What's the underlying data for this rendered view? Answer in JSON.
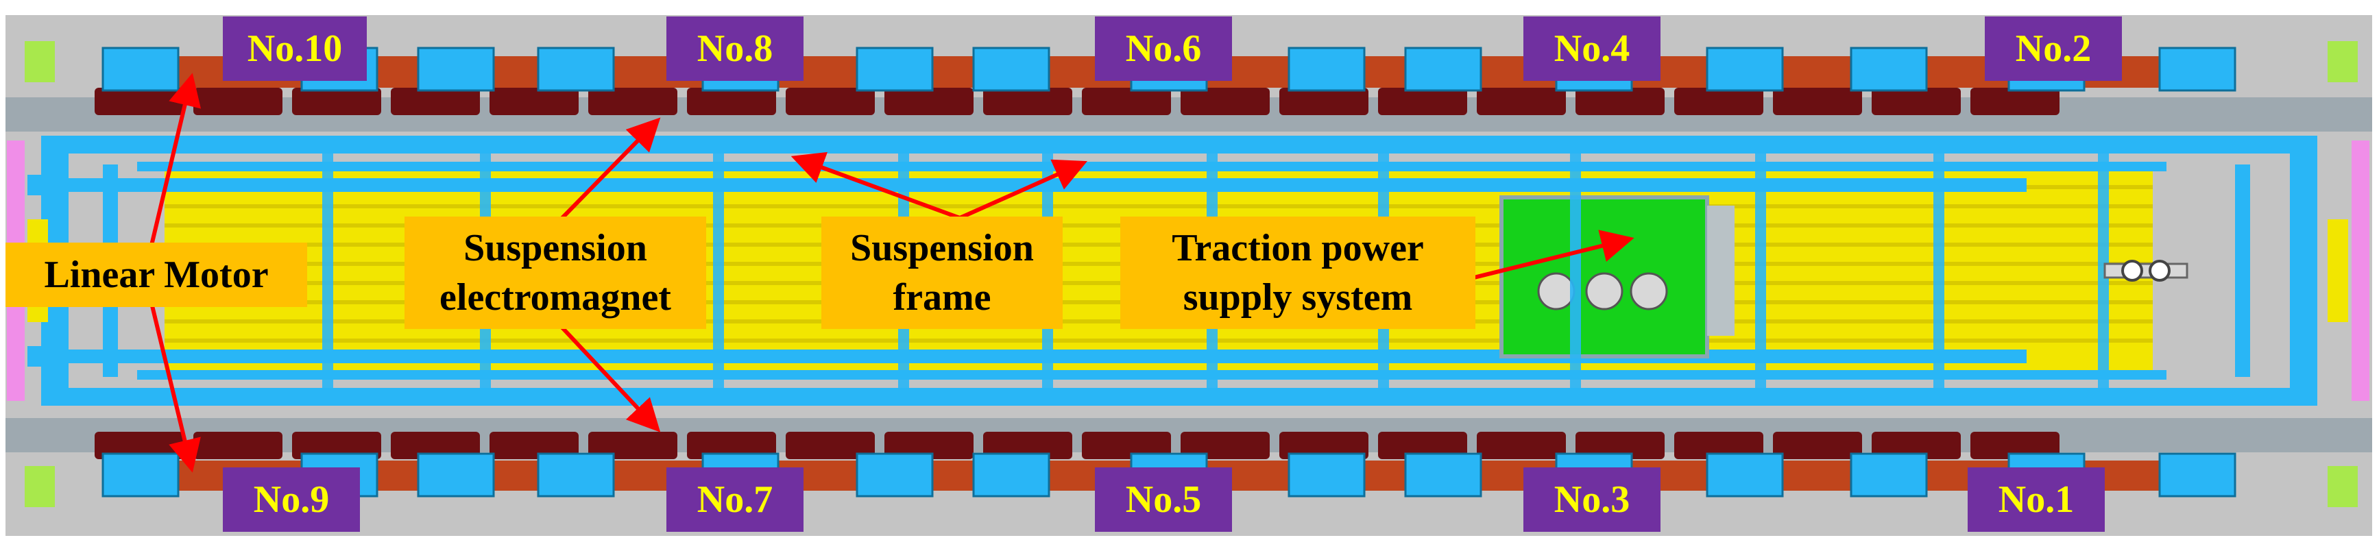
{
  "colors": {
    "background": "#c4c4c4",
    "rail": "#9ea9b0",
    "frame": "#29b6f6",
    "coil": "#6b0f12",
    "plate": "#c0451c",
    "chamber": "#f2e600",
    "power_unit": "#15d11a",
    "badge_fill": "#7030a0",
    "badge_text": "#ffff00",
    "callout_fill": "#ffc000",
    "arrow": "#ff0000"
  },
  "units_top": [
    "No.10",
    "No.8",
    "No.6",
    "No.4",
    "No.2"
  ],
  "units_bottom": [
    "No.9",
    "No.7",
    "No.5",
    "No.3",
    "No.1"
  ],
  "callouts": {
    "linear_motor": "Linear Motor",
    "suspension_electromagnet": [
      "Suspension",
      "electromagnet"
    ],
    "suspension_frame": [
      "Suspension",
      "frame"
    ],
    "traction_power": [
      "Traction power",
      "supply system"
    ]
  }
}
